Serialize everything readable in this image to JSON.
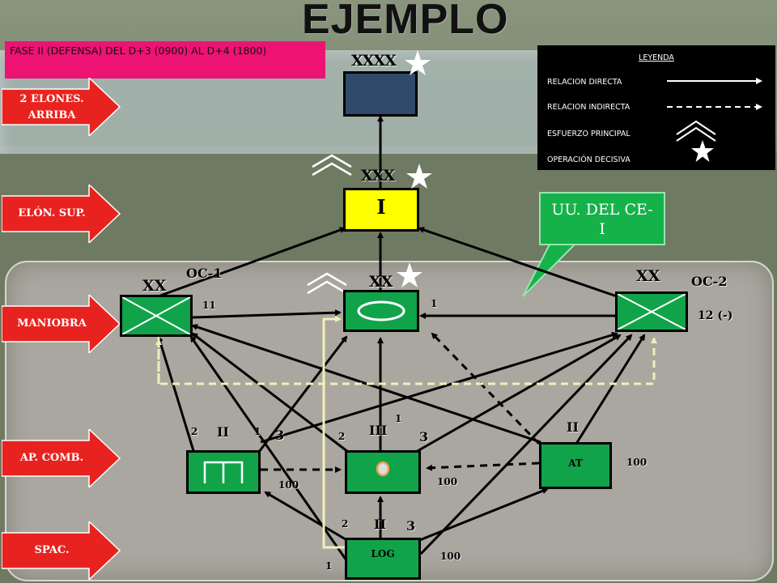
{
  "title": "EJEMPLO",
  "phase_text": "FASE II (DEFENSA) DEL D+3 (0900) AL D+4 (1800)",
  "legend": {
    "title": "LEYENDA",
    "items": [
      {
        "label": "RELACION DIRECTA",
        "symbol": "solid-line"
      },
      {
        "label": "RELACION INDIRECTA",
        "symbol": "dashed-line"
      },
      {
        "label": "ESFUERZO PRINCIPAL",
        "symbol": "chevron"
      },
      {
        "label": "OPERACIÓN DECISIVA",
        "symbol": "star"
      }
    ]
  },
  "levels": [
    {
      "label_line1": "2 ELONES.",
      "label_line2": "ARRIBA"
    },
    {
      "label_line1": "ELÓN. SUP.",
      "label_line2": ""
    },
    {
      "label_line1": "MANIOBRA",
      "label_line2": ""
    },
    {
      "label_line1": "AP. COMB.",
      "label_line2": ""
    },
    {
      "label_line1": "SPAC.",
      "label_line2": ""
    }
  ],
  "callout": {
    "line1": "UU. DEL CE-",
    "line2": "I"
  },
  "units": {
    "army": {
      "echelon": "XXXX"
    },
    "corps": {
      "echelon": "XXX",
      "text": "I"
    },
    "div_left": {
      "echelon": "XX",
      "oc": "OC-1",
      "number": "11"
    },
    "div_center": {
      "echelon": "XX",
      "number": "1"
    },
    "div_right": {
      "echelon": "XX",
      "oc": "OC-2",
      "number": "12 (-)"
    },
    "engineer": {
      "echelon": "II",
      "left_num": "2",
      "right_num": "1",
      "extra": "3",
      "strength": "100"
    },
    "artillery": {
      "echelon": "III",
      "left_num": "2",
      "top_num": "1",
      "right_num": "3",
      "strength": "100"
    },
    "antitank": {
      "echelon": "II",
      "text": "AT",
      "strength": "100"
    },
    "logistics": {
      "echelon": "II",
      "left_num": "2",
      "right_num": "3",
      "text": "LOG",
      "strength": "100",
      "bottom_num": "1"
    }
  },
  "colors": {
    "phase_bg": "#ec1373",
    "unit_green": "#10a34a",
    "corps_yellow": "#ffff00",
    "army_blue": "#2f4a6b",
    "arrow_red": "#e8231f",
    "callout_green": "#15b24a",
    "indirect_dashed_light": "#f3efb8"
  },
  "icons": [
    "star-icon",
    "chevron-icon",
    "x-cross-icon",
    "oval-icon",
    "ring-icon",
    "engineer-icon"
  ]
}
